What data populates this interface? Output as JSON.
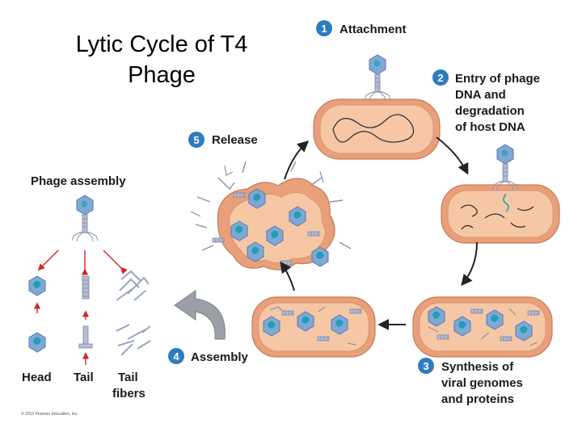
{
  "title": {
    "line1": "Lytic Cycle of T4",
    "line2": "Phage"
  },
  "steps": [
    {
      "number": "1",
      "label": "Attachment"
    },
    {
      "number": "2",
      "lines": [
        "Entry of phage",
        "DNA and",
        "degradation",
        "of host DNA"
      ]
    },
    {
      "number": "3",
      "lines": [
        "Synthesis of",
        "viral genomes",
        "and proteins"
      ]
    },
    {
      "number": "4",
      "label": "Assembly"
    },
    {
      "number": "5",
      "label": "Release"
    }
  ],
  "assembly": {
    "heading": "Phage assembly",
    "parts": [
      "Head",
      "Tail",
      "Tail",
      "fibers"
    ]
  },
  "copyright": "© 2013 Pearson Education, Inc.",
  "colors": {
    "badge": "#2f7bbf",
    "cell_outer": "#e9a07a",
    "cell_inner": "#f6c7a5",
    "phage_head": "#7fa8d8",
    "arrow_dark": "#222222",
    "arrow_red": "#d02626",
    "assembly_arrow": "#8a8a8a"
  }
}
